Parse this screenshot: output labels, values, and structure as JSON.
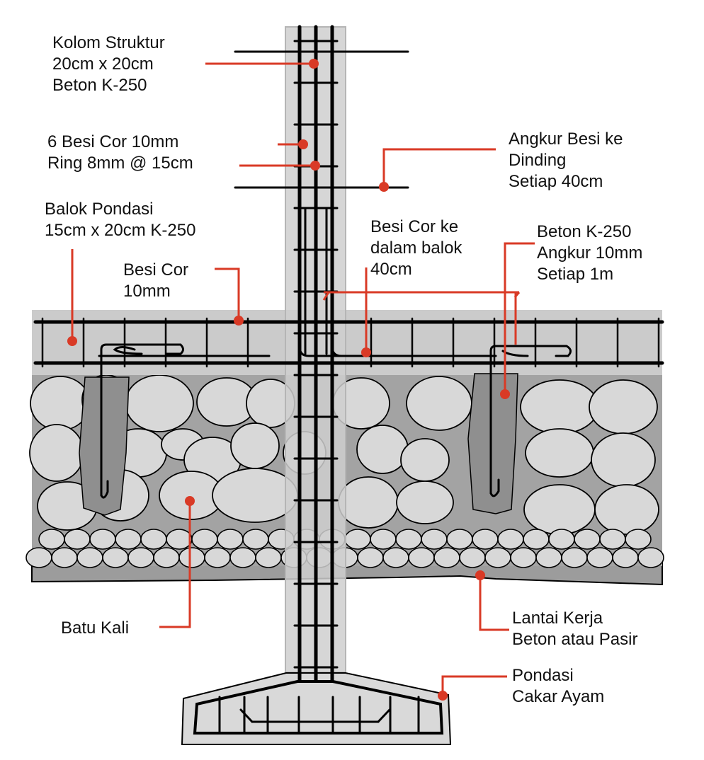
{
  "colors": {
    "leader": "#d93a26",
    "rebar": "#000000",
    "concrete_light": "#d6d6d6",
    "beam_fill": "#cbcbcb",
    "mortar_fill": "#9c9c9c",
    "stone_fill": "#d8d8d8",
    "anchor_fill": "#8f8f8f",
    "column_fill": "#d0d0d0"
  },
  "labels": {
    "kolom": [
      "Kolom Struktur",
      "20cm x 20cm",
      "Beton K-250"
    ],
    "besi_cor_kolom": [
      "6 Besi Cor 10mm",
      "Ring 8mm @ 15cm"
    ],
    "angkur_dinding": [
      "Angkur Besi ke",
      "Dinding",
      "Setiap 40cm"
    ],
    "balok_pondasi": [
      "Balok Pondasi",
      "15cm x 20cm K-250"
    ],
    "besi_cor_ke_balok": [
      "Besi Cor ke",
      "dalam balok",
      "40cm"
    ],
    "beton_angkur": [
      "Beton K-250",
      "Angkur 10mm",
      "Setiap 1m"
    ],
    "besi_cor_balok": [
      "Besi Cor",
      "10mm"
    ],
    "batu_kali": [
      "Batu Kali"
    ],
    "lantai_kerja": [
      "Lantai Kerja",
      "Beton atau Pasir"
    ],
    "pondasi_cakar_ayam": [
      "Pondasi",
      "Cakar Ayam"
    ]
  }
}
